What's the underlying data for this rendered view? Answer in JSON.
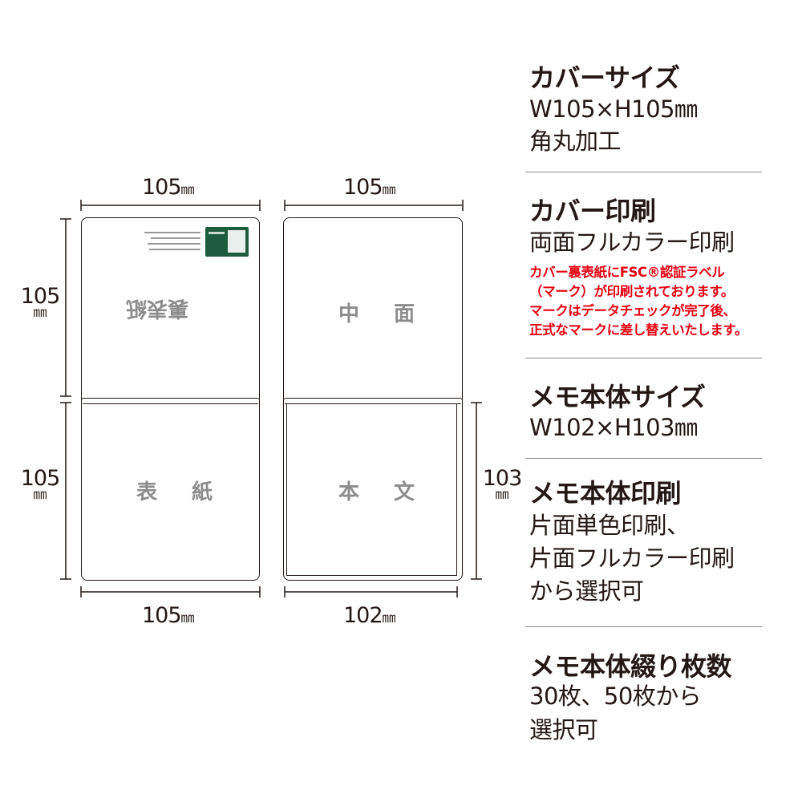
{
  "dimensions": {
    "cover_width_top": "105",
    "cover_width_bottom": "105",
    "body_width_top": "105",
    "body_width_bottom": "102",
    "cover_height_upper": "105",
    "cover_height_lower": "105",
    "body_height": "103",
    "unit": "㎜"
  },
  "panels": {
    "back_cover_label": "裏表紙",
    "front_cover_label": "表 紙",
    "inside_label": "中 面",
    "text_label": "本 文"
  },
  "specs": [
    {
      "title": "カバーサイズ",
      "lines": [
        "W105×H105㎜",
        "角丸加工"
      ]
    },
    {
      "title": "カバー印刷",
      "lines": [
        "両面フルカラー印刷"
      ],
      "notes": [
        "カバー裏表紙にFSC®認証ラベル",
        "（マーク）が印刷されております。",
        "マークはデータチェックが完了後、",
        "正式なマークに差し替えいたします。"
      ]
    },
    {
      "title": "メモ本体サイズ",
      "lines": [
        "W102×H103㎜"
      ]
    },
    {
      "title": "メモ本体印刷",
      "lines": [
        "片面単色印刷、",
        "片面フルカラー印刷",
        "から選択可"
      ]
    },
    {
      "title": "メモ本体綴り枚数",
      "lines": [
        "30枚、50枚から",
        "選択可"
      ]
    }
  ],
  "colors": {
    "note_red": "#e60012",
    "label_gray": "#8c8c8c",
    "fsc_green": "#1e5c3e"
  }
}
